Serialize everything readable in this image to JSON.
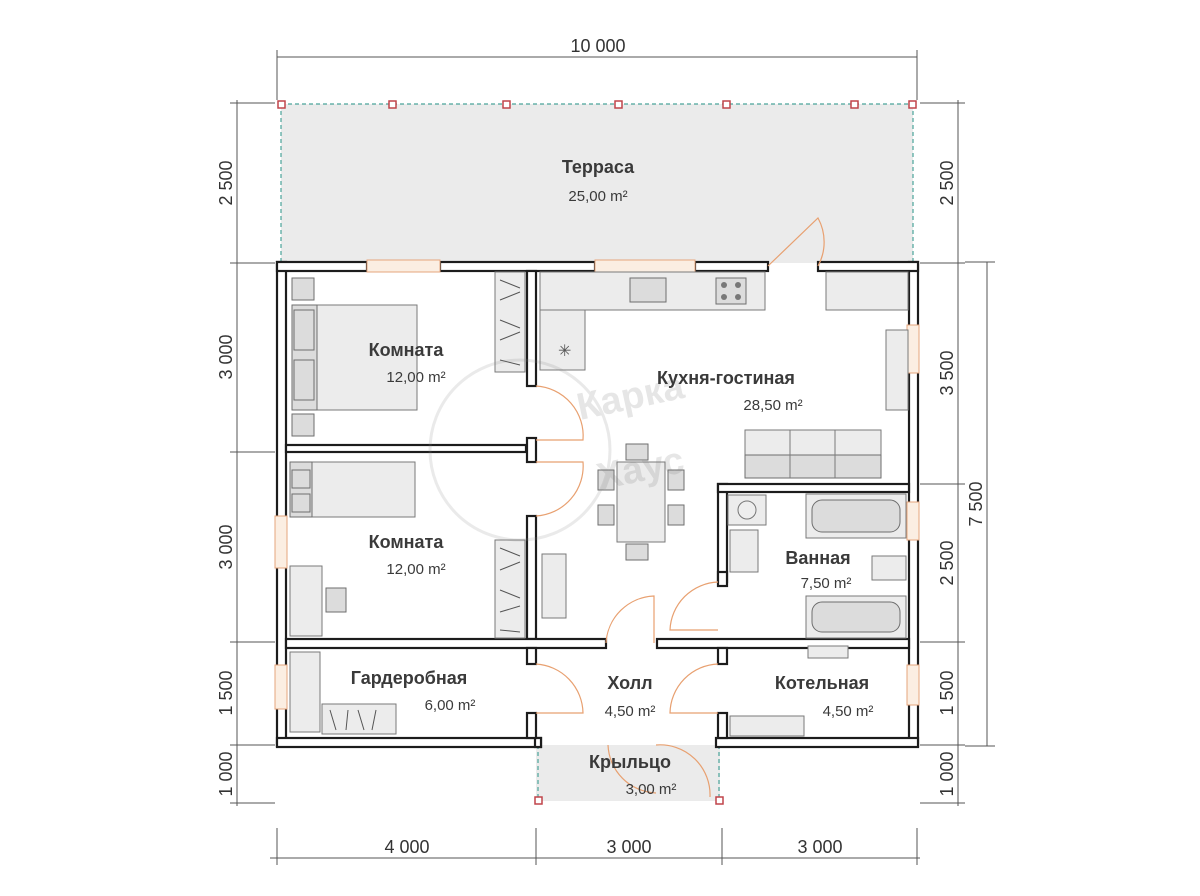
{
  "dimensions": {
    "top": "10 000",
    "left_terrace": "2 500",
    "left_room1": "3 000",
    "left_room2": "3 000",
    "left_wardrobe": "1 500",
    "left_porch": "1 000",
    "right_terrace": "2 500",
    "right_kitchen": "3 500",
    "right_bath": "2 500",
    "right_boiler": "1 500",
    "right_porch": "1 000",
    "right_total": "7 500",
    "bottom_left": "4 000",
    "bottom_mid": "3 000",
    "bottom_right": "3 000"
  },
  "rooms": {
    "terrace": {
      "name": "Терраса",
      "area": "25,00 m²"
    },
    "room1": {
      "name": "Комната",
      "area": "12,00 m²"
    },
    "room2": {
      "name": "Комната",
      "area": "12,00 m²"
    },
    "kitchen": {
      "name": "Кухня-гостиная",
      "area": "28,50 m²"
    },
    "bath": {
      "name": "Ванная",
      "area": "7,50 m²"
    },
    "wardrobe": {
      "name": "Гардеробная",
      "area": "6,00 m²"
    },
    "hall": {
      "name": "Холл",
      "area": "4,50 m²"
    },
    "boiler": {
      "name": "Котельная",
      "area": "4,50 m²"
    },
    "porch": {
      "name": "Крыльцо",
      "area": "3,00 m²"
    }
  },
  "watermark": {
    "line1": "Карка",
    "line2": "Хаус"
  },
  "colors": {
    "wall": "#1c1c1c",
    "terrace": "#ebebeb",
    "door": "#e8a070",
    "window": "#e6a57c",
    "post": "#c0444a",
    "terrace_edge": "#4aa39a"
  }
}
